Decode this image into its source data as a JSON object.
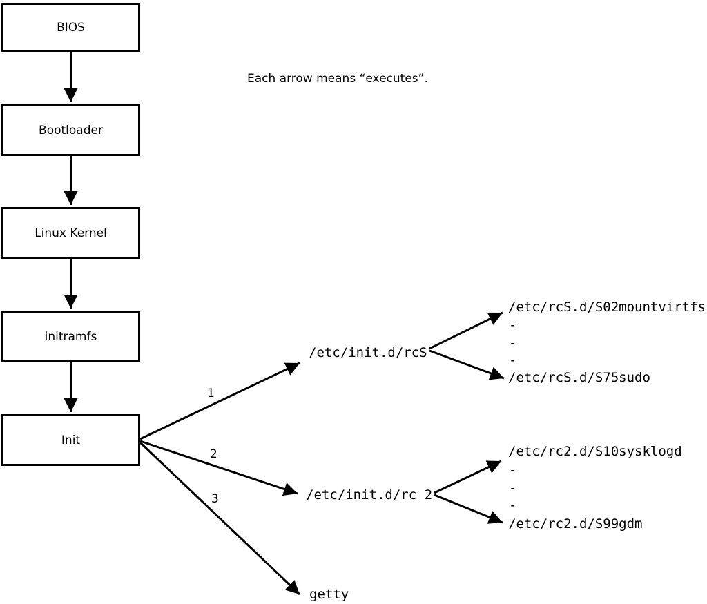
{
  "caption": "Each arrow means “executes”.",
  "boot_sequence": [
    {
      "label": "BIOS"
    },
    {
      "label": "Bootloader"
    },
    {
      "label": "Linux Kernel"
    },
    {
      "label": "initramfs"
    },
    {
      "label": "Init"
    }
  ],
  "branches": [
    {
      "number": "1",
      "target": "/etc/init.d/rcS",
      "scripts": [
        "/etc/rcS.d/S02mountvirtfs",
        "-",
        "-",
        "-",
        "/etc/rcS.d/S75sudo"
      ]
    },
    {
      "number": "2",
      "target": "/etc/init.d/rc 2",
      "scripts": [
        "/etc/rc2.d/S10sysklogd",
        "-",
        "-",
        "-",
        "/etc/rc2.d/S99gdm"
      ]
    },
    {
      "number": "3",
      "target": "getty",
      "scripts": []
    }
  ],
  "colors": {
    "line": "#000000",
    "box_fill": "#ffffff",
    "text": "#000000",
    "background": "#ffffff"
  }
}
